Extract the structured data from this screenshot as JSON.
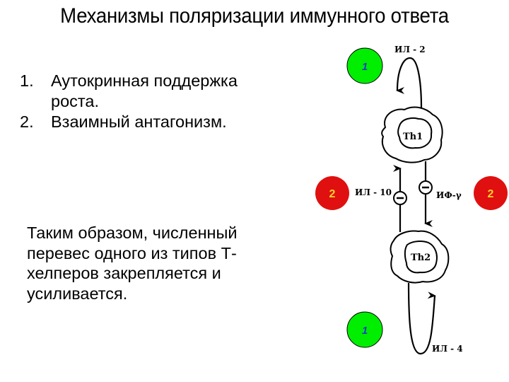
{
  "slide": {
    "title": "Механизмы поляризации иммунного ответа",
    "list": [
      {
        "num": "1.",
        "line1": "Аутокринная поддержка",
        "line2": "роста."
      },
      {
        "num": "2.",
        "line1": "Взаимный антагонизм."
      }
    ],
    "conclusion": [
      "Таким образом, численный",
      "перевес одного из типов Т-",
      "хелперов закрепляется и",
      "усиливается."
    ]
  },
  "diagram": {
    "cells": {
      "th1": "Th1",
      "th2": "Th2"
    },
    "cytokines": {
      "il2": "ИЛ - 2",
      "il10": "ИЛ - 10",
      "ifn_gamma": "ИФ-γ",
      "il4": "ИЛ - 4"
    },
    "inhibition_symbol": "−",
    "badges": {
      "autocrine_top": "1",
      "autocrine_bottom": "1",
      "antagonism_left": "2",
      "antagonism_right": "2"
    },
    "colors": {
      "autocrine_badge_fill": "#00ee00",
      "autocrine_badge_text": "#1a3fbf",
      "antagonism_badge_fill": "#e01010",
      "antagonism_badge_text": "#ffd42a",
      "stroke": "#000000"
    }
  }
}
